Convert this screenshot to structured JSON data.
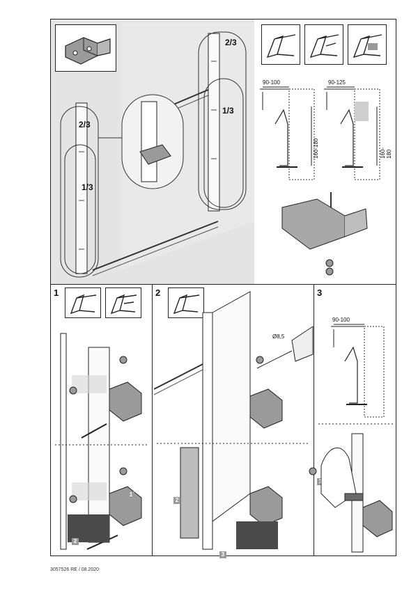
{
  "overview": {
    "fraction_upper_left": "2/3",
    "fraction_lower_left": "1/3",
    "fraction_upper_right": "2/3",
    "fraction_lower_right": "1/3"
  },
  "dimensions": {
    "dim_a": "90-100",
    "dim_b": "90-125",
    "dim_c": "160-180",
    "dim_d": "160-180",
    "dim_e": "90-100",
    "drill": "Ø8,5"
  },
  "steps": {
    "step1": "1",
    "step2": "2",
    "step3": "3"
  },
  "badges": {
    "s1_b1": "1",
    "s1_b2": "2",
    "s2_b1": "1",
    "s2_b2": "2",
    "s2_b3": "3"
  },
  "footer": "3057526  RE / 08.2020"
}
